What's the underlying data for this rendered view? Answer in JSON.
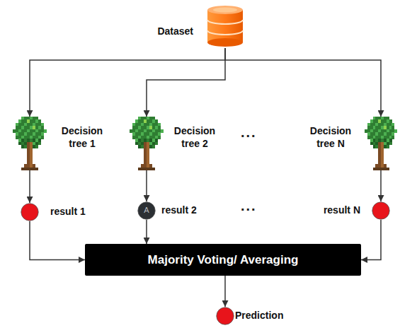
{
  "diagram": {
    "nodes": [
      {
        "text": [
          "Dataset"
        ]
      },
      {
        "text": [
          "Decision tree 1"
        ]
      },
      {
        "text": [
          "Decision tree 2"
        ]
      },
      {
        "text": [
          "Decision tree N"
        ]
      },
      {
        "text": [
          "result 1"
        ]
      },
      {
        "text": [
          "A",
          "result 2"
        ]
      },
      {
        "text": [
          "result N"
        ]
      },
      {
        "text": [
          "Majority Voting/ Averaging"
        ]
      },
      {
        "text": [
          "Prediction"
        ]
      }
    ],
    "edges": [
      {
        "from": 0,
        "to": 1,
        "arrow": "to"
      },
      {
        "from": 0,
        "to": 2,
        "arrow": "to"
      },
      {
        "from": 0,
        "to": 3,
        "arrow": "to"
      },
      {
        "from": 1,
        "to": 4,
        "arrow": "to"
      },
      {
        "from": 2,
        "to": 5,
        "arrow": "to"
      },
      {
        "from": 3,
        "to": 6,
        "arrow": "to"
      },
      {
        "from": 4,
        "to": 7,
        "arrow": "to"
      },
      {
        "from": 5,
        "to": 7,
        "arrow": "to"
      },
      {
        "from": 6,
        "to": 7,
        "arrow": "to"
      },
      {
        "from": 7,
        "to": 8,
        "arrow": "to"
      }
    ],
    "labels": [
      "...",
      "..."
    ]
  }
}
